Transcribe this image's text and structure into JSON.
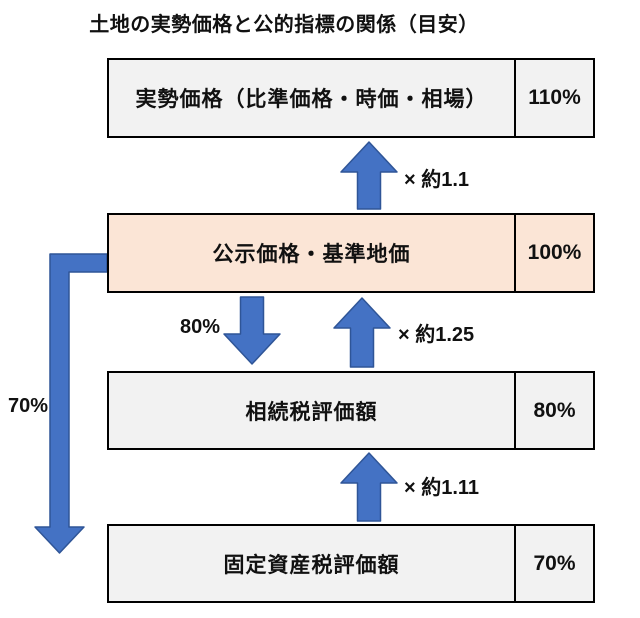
{
  "title": "土地の実勢価格と公的指標の関係（目安）",
  "boxes": [
    {
      "label": "実勢価格（比準価格・時価・相場）",
      "value": "110%"
    },
    {
      "label": "公示価格・基準地価",
      "value": "100%"
    },
    {
      "label": "相続税評価額",
      "value": "80%"
    },
    {
      "label": "固定資産税評価額",
      "value": "70%"
    }
  ],
  "arrow_labels": {
    "jissei_multiplier": "× 約1.1",
    "souzoku_percent": "80%",
    "kouji_multiplier": "× 約1.25",
    "kotei_percent": "70%",
    "souzoku_multiplier": "× 約1.11"
  },
  "colors": {
    "arrow_fill": "#4472C4",
    "arrow_stroke": "#2F5597",
    "box_fill": "#F2F2F2",
    "highlight_fill": "#FBE5D6",
    "border": "#000000"
  }
}
